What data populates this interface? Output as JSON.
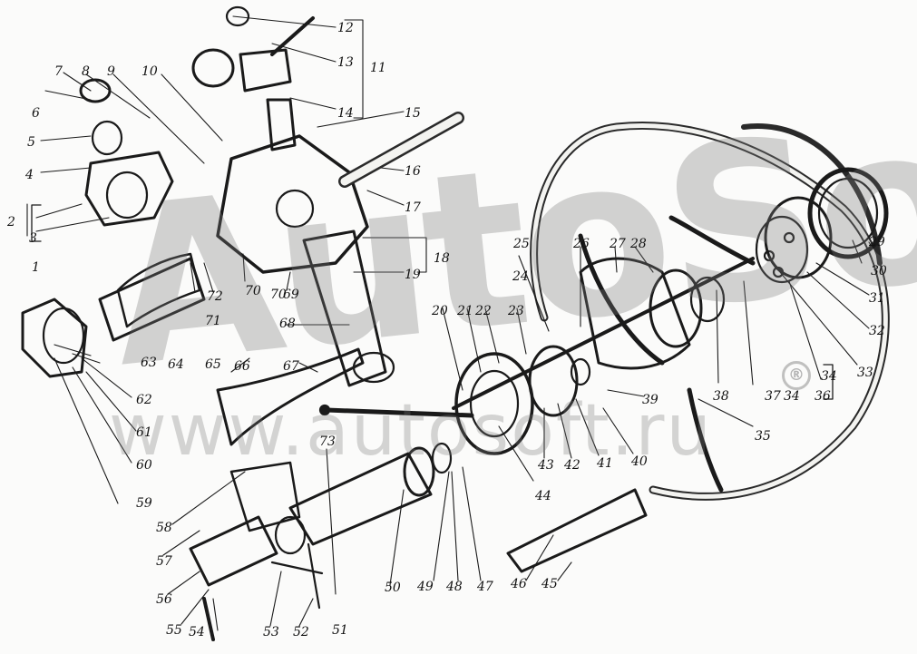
{
  "watermark": {
    "brand": "AutoSoft",
    "url": "www.autosoft.ru",
    "registered_mark": "®"
  },
  "callouts": [
    "1",
    "2",
    "3",
    "4",
    "5",
    "6",
    "7",
    "8",
    "9",
    "10",
    "11",
    "12",
    "13",
    "14",
    "15",
    "16",
    "17",
    "18",
    "19",
    "20",
    "21",
    "22",
    "23",
    "24",
    "25",
    "26",
    "27",
    "28",
    "29",
    "30",
    "31",
    "32",
    "33",
    "34",
    "35",
    "36",
    "37",
    "38",
    "39",
    "40",
    "41",
    "42",
    "43",
    "44",
    "45",
    "46",
    "47",
    "48",
    "49",
    "50",
    "51",
    "52",
    "53",
    "54",
    "55",
    "56",
    "57",
    "58",
    "59",
    "60",
    "61",
    "62",
    "63",
    "64",
    "65",
    "66",
    "67",
    "68",
    "69",
    "70",
    "71",
    "72",
    "73"
  ],
  "callouts_secondary": [
    "34",
    "70"
  ]
}
